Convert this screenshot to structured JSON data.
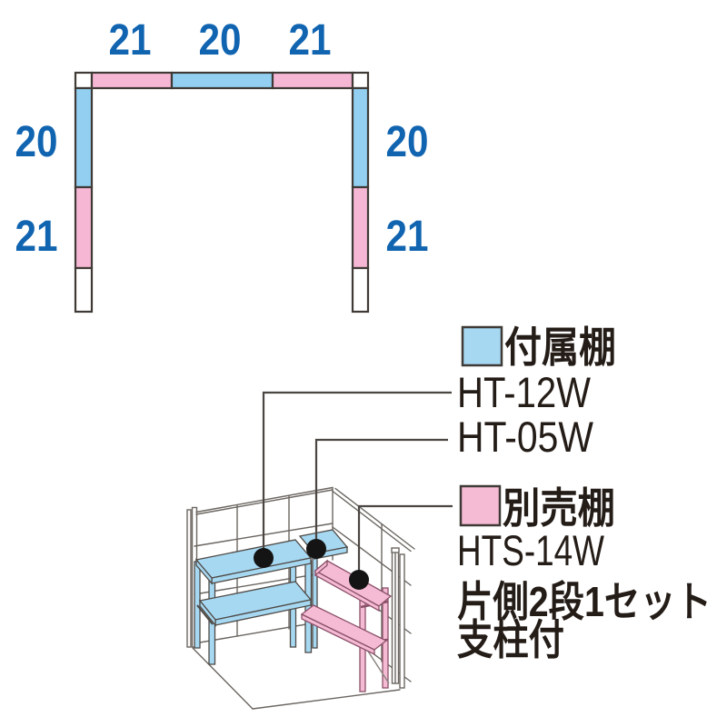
{
  "plan": {
    "description_labels": {
      "top": [
        "21",
        "20",
        "21"
      ],
      "left": [
        "20",
        "21"
      ],
      "right": [
        "20",
        "21"
      ]
    },
    "colors": {
      "shelf_included_blue": "#92cff0",
      "shelf_optional_pink": "#f6b7d4",
      "empty_white": "#ffffff",
      "outline": "#3f3a36",
      "number_blue": "#1064b0"
    }
  },
  "legend": {
    "included": {
      "swatch_color": "#a6d8f2",
      "title": "付属棚",
      "models": [
        "HT-12W",
        "HT-05W"
      ]
    },
    "optional": {
      "swatch_color": "#f6bbd4",
      "title": "別売棚",
      "model": "HTS-14W",
      "note_line1": "片側2段1セット",
      "note_line2": "支柱付"
    }
  },
  "drawing": {
    "type": "isometric-shed-shelf-layout",
    "colors": {
      "included_shelf": "#a6d8f2",
      "optional_shelf": "#f6bbd4",
      "wall_line": "#6b6661",
      "leader_line": "#4b4642",
      "callout_dot": "#141414"
    }
  }
}
